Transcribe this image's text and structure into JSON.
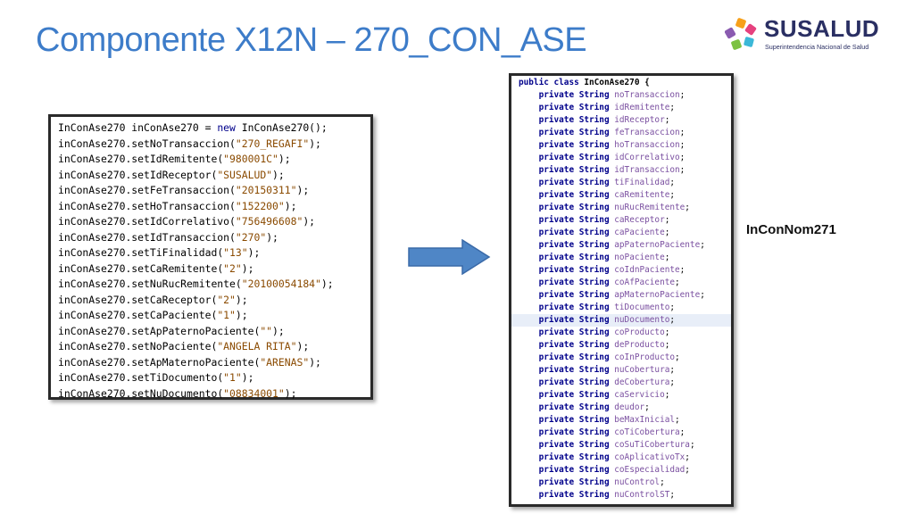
{
  "slide": {
    "title": "Componente X12N – 270_CON_ASE",
    "side_label": "InConNom271"
  },
  "logo": {
    "name": "SUSALUD",
    "tagline": "Superintendencia Nacional de Salud",
    "colors": [
      "#f7a01a",
      "#e6417e",
      "#3bb8d8",
      "#7cc242",
      "#8a5bb0"
    ]
  },
  "left_code": {
    "first_line": {
      "prefix": "InConAse270 inConAse270 = ",
      "keyword": "new",
      "suffix": " InConAse270();"
    },
    "object": "inConAse270",
    "calls": [
      {
        "method": "setNoTransaccion",
        "value": "\"270_REGAFI\""
      },
      {
        "method": "setIdRemitente",
        "value": "\"980001C\""
      },
      {
        "method": "setIdReceptor",
        "value": "\"SUSALUD\""
      },
      {
        "method": "setFeTransaccion",
        "value": "\"20150311\""
      },
      {
        "method": "setHoTransaccion",
        "value": "\"152200\""
      },
      {
        "method": "setIdCorrelativo",
        "value": "\"756496608\""
      },
      {
        "method": "setIdTransaccion",
        "value": "\"270\""
      },
      {
        "method": "setTiFinalidad",
        "value": "\"13\""
      },
      {
        "method": "setCaRemitente",
        "value": "\"2\""
      },
      {
        "method": "setNuRucRemitente",
        "value": "\"20100054184\""
      },
      {
        "method": "setCaReceptor",
        "value": "\"2\""
      },
      {
        "method": "setCaPaciente",
        "value": "\"1\""
      },
      {
        "method": "setApPaternoPaciente",
        "value": "\"\""
      },
      {
        "method": "setNoPaciente",
        "value": "\"ANGELA RITA\""
      },
      {
        "method": "setApMaternoPaciente",
        "value": "\"ARENAS\""
      },
      {
        "method": "setTiDocumento",
        "value": "\"1\""
      },
      {
        "method": "setNuDocumento",
        "value": "\"08834001\""
      }
    ]
  },
  "right_code": {
    "header": {
      "keywords": "public class",
      "name": " InConAse270",
      "brace": " {"
    },
    "modifier": "private String",
    "highlighted_index": 18,
    "fields": [
      "noTransaccion",
      "idRemitente",
      "idReceptor",
      "feTransaccion",
      "hoTransaccion",
      "idCorrelativo",
      "idTransaccion",
      "tiFinalidad",
      "caRemitente",
      "nuRucRemitente",
      "caReceptor",
      "caPaciente",
      "apPaternoPaciente",
      "noPaciente",
      "coIdnPaciente",
      "coAfPaciente",
      "apMaternoPaciente",
      "tiDocumento",
      "nuDocumento",
      "coProducto",
      "deProducto",
      "coInProducto",
      "nuCobertura",
      "deCobertura",
      "caServicio",
      "deudor",
      "beMaxInicial",
      "coTiCobertura",
      "coSuTiCobertura",
      "coAplicativoTx",
      "coEspecialidad",
      "nuControl",
      "nuControlST"
    ]
  }
}
